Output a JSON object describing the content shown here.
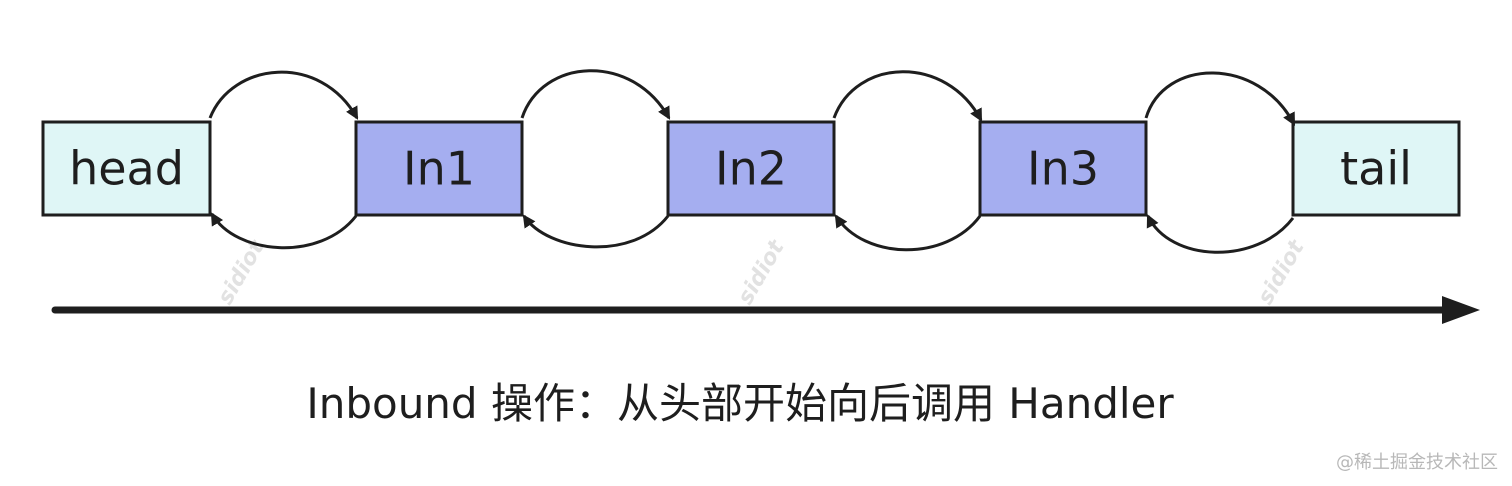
{
  "diagram": {
    "nodes": [
      {
        "id": "head",
        "label": "head",
        "fill": "#dff6f6"
      },
      {
        "id": "in1",
        "label": "In1",
        "fill": "#a5aef0"
      },
      {
        "id": "in2",
        "label": "In2",
        "fill": "#a5aef0"
      },
      {
        "id": "in3",
        "label": "In3",
        "fill": "#a5aef0"
      },
      {
        "id": "tail",
        "label": "tail",
        "fill": "#dff6f6"
      }
    ],
    "edges": [
      {
        "from": "head",
        "to": "in1"
      },
      {
        "from": "in1",
        "to": "head"
      },
      {
        "from": "in1",
        "to": "in2"
      },
      {
        "from": "in2",
        "to": "in1"
      },
      {
        "from": "in2",
        "to": "in3"
      },
      {
        "from": "in3",
        "to": "in2"
      },
      {
        "from": "in3",
        "to": "tail"
      },
      {
        "from": "tail",
        "to": "in3"
      }
    ],
    "stroke_color": "#1e1e1e",
    "direction": "left-to-right"
  },
  "caption": "Inbound 操作：从头部开始向后调用 Handler",
  "watermark": "sidiot",
  "credit": "@稀土掘金技术社区"
}
